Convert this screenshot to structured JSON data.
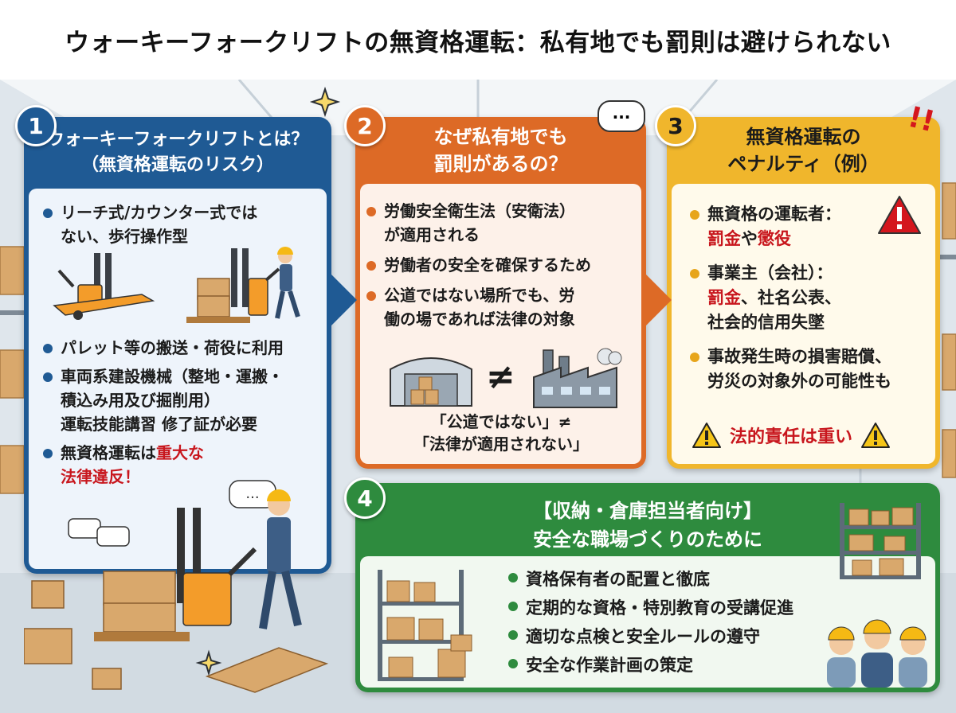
{
  "title": "ウォーキーフォークリフトの無資格運転：私有地でも罰則は避けられない",
  "colors": {
    "blue": "#1f5a94",
    "orange": "#dd6a26",
    "yellow": "#f0b62c",
    "green": "#2e8b3e",
    "red": "#c8161d"
  },
  "panel1": {
    "number": "1",
    "title_line1": "ウォーキーフォークリフトとは？",
    "title_line2": "（無資格運転のリスク）",
    "item1_line1": "リーチ式/カウンター式では",
    "item1_line2": "ない、歩行操作型",
    "item2": "パレット等の搬送・荷役に利用",
    "item3_line1": "車両系建設機械（整地・運搬・",
    "item3_line2": "積込み用及び掘削用）",
    "item3_line3": "運転技能講習 修了証が必要",
    "item4_pre": "無資格運転は",
    "item4_red1": "重大な",
    "item4_red2": "法律違反！",
    "speech": "..."
  },
  "panel2": {
    "number": "2",
    "title_line1": "なぜ私有地でも",
    "title_line2": "罰則があるの？",
    "item1_line1": "労働安全衛生法（安衛法）",
    "item1_line2": "が適用される",
    "item2": "労働者の安全を確保するため",
    "item3_line1": "公道ではない場所でも、労",
    "item3_line2": "働の場であれば法律の対象",
    "neq": "≠",
    "caption_line1": "「公道ではない」≠",
    "caption_line2": "「法律が適用されない」",
    "speech": "..."
  },
  "panel3": {
    "number": "3",
    "title_line1": "無資格運転の",
    "title_line2": "ペナルティ（例）",
    "item1_line1": "無資格の運転者：",
    "item1_red1": "罰金",
    "item1_mid": "や",
    "item1_red2": "懲役",
    "item2_line1": "事業主（会社）：",
    "item2_red": "罰金",
    "item2_rest": "、社名公表、",
    "item2_line3": "社会的信用失墜",
    "item3_line1": "事故発生時の損害賠償、",
    "item3_line2": "労災の対象外の可能性も",
    "warning": "法的責任は重い",
    "exclaim": "!!"
  },
  "panel4": {
    "number": "4",
    "title_line1": "【収納・倉庫担当者向け】",
    "title_line2": "安全な職場づくりのために",
    "items": [
      "資格保有者の配置と徹底",
      "定期的な資格・特別教育の受講促進",
      "適切な点検と安全ルールの遵守",
      "安全な作業計画の策定"
    ]
  }
}
